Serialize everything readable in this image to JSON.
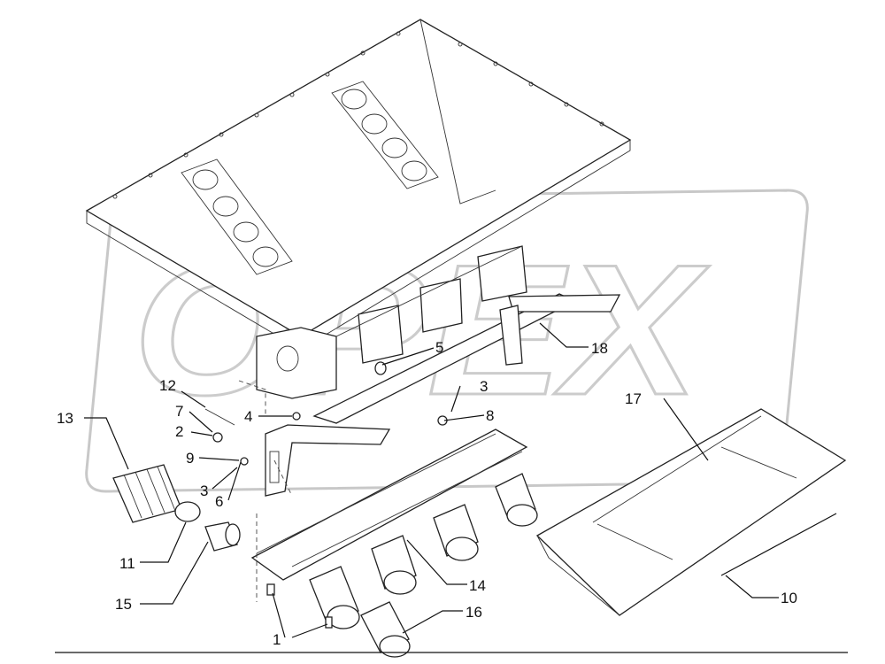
{
  "watermark": {
    "text": "OPEX"
  },
  "callouts": [
    {
      "id": "c1",
      "text": "1"
    },
    {
      "id": "c2",
      "text": "2"
    },
    {
      "id": "c3a",
      "text": "3"
    },
    {
      "id": "c3b",
      "text": "3"
    },
    {
      "id": "c4",
      "text": "4"
    },
    {
      "id": "c5",
      "text": "5"
    },
    {
      "id": "c6",
      "text": "6"
    },
    {
      "id": "c7",
      "text": "7"
    },
    {
      "id": "c8",
      "text": "8"
    },
    {
      "id": "c9",
      "text": "9"
    },
    {
      "id": "c10",
      "text": "10"
    },
    {
      "id": "c11",
      "text": "11"
    },
    {
      "id": "c12",
      "text": "12"
    },
    {
      "id": "c13",
      "text": "13"
    },
    {
      "id": "c14",
      "text": "14"
    },
    {
      "id": "c15",
      "text": "15"
    },
    {
      "id": "c16",
      "text": "16"
    },
    {
      "id": "c17",
      "text": "17"
    },
    {
      "id": "c18",
      "text": "18"
    }
  ]
}
